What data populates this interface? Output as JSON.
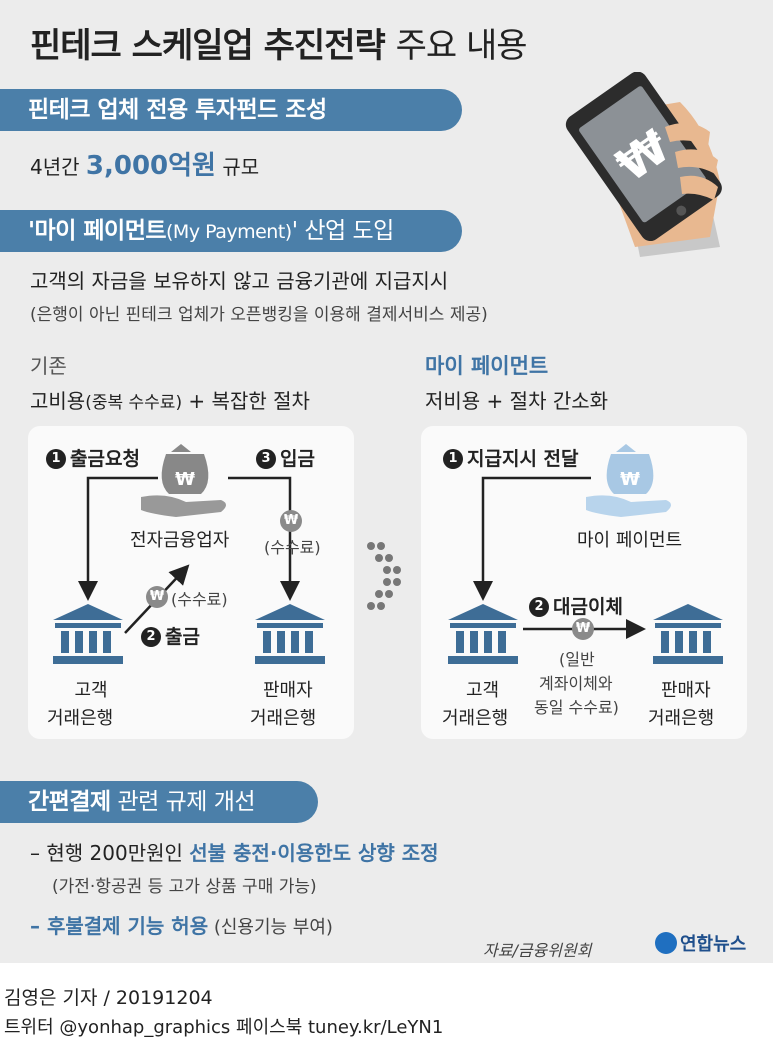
{
  "title": {
    "bold": "핀테크 스케일업 추진전략",
    "light": "주요 내용"
  },
  "section1": {
    "banner": "핀테크 업체 전용 투자펀드 조성",
    "detail_prefix": "4년간 ",
    "detail_amount": "3,000억원",
    "detail_suffix": " 규모"
  },
  "section2": {
    "banner_pre": "'마이 페이먼트",
    "banner_paren": "(My Payment)",
    "banner_post": "' 산업 도입",
    "line1": "고객의 자금을 보유하지 않고 금융기관에 지급지시",
    "line2": "(은행이 아닌 핀테크 업체가 오픈뱅킹을 이용해 결제서비스 제공)"
  },
  "existing": {
    "heading": "기존",
    "sub_a": "고비용",
    "sub_b": "(중복 수수료)",
    "sub_c": " + 복잡한 절차",
    "step1": "출금요청",
    "step1_num": "1",
    "step2": "출금",
    "step2_num": "2",
    "step3": "입금",
    "step3_num": "3",
    "intermediary": "전자금융업자",
    "fee": "(수수료)",
    "fee2": "(수수료)",
    "customer_bank_1": "고객",
    "customer_bank_2": "거래은행",
    "seller_bank_1": "판매자",
    "seller_bank_2": "거래은행"
  },
  "mypayment": {
    "heading": "마이 페이먼트",
    "sub": "저비용 + 절차 간소화",
    "step1": "지급지시 전달",
    "step1_num": "1",
    "step2": "대금이체",
    "step2_num": "2",
    "provider": "마이 페이먼트",
    "fee_1": "(일반",
    "fee_2": "계좌이체와",
    "fee_3": "동일 수수료)",
    "customer_bank_1": "고객",
    "customer_bank_2": "거래은행",
    "seller_bank_1": "판매자",
    "seller_bank_2": "거래은행"
  },
  "section3": {
    "banner_bold": "간편결제",
    "banner_rest": " 관련 규제 개선",
    "item1_prefix": "– 현행 200만원인 ",
    "item1_bold": "선불 충전·이용한도 상향 조정",
    "item1_note": "(가전·항공권 등 고가 상품 구매 가능)",
    "item2_bold": "– 후불결제 기능 허용",
    "item2_note": " (신용기능 부여)"
  },
  "source": "자료/금융위원회",
  "logo": "연합뉴스",
  "won_symbol": "₩",
  "credit": "김영은 기자 / 20191204",
  "social": "트위터 @yonhap_graphics  페이스북 tuney.kr/LeYN1",
  "colors": {
    "blue": "#4b7fa9",
    "dark": "#222222",
    "panel": "#fafafa",
    "background": "#ececec",
    "light_blue": "#a8c8e4"
  }
}
